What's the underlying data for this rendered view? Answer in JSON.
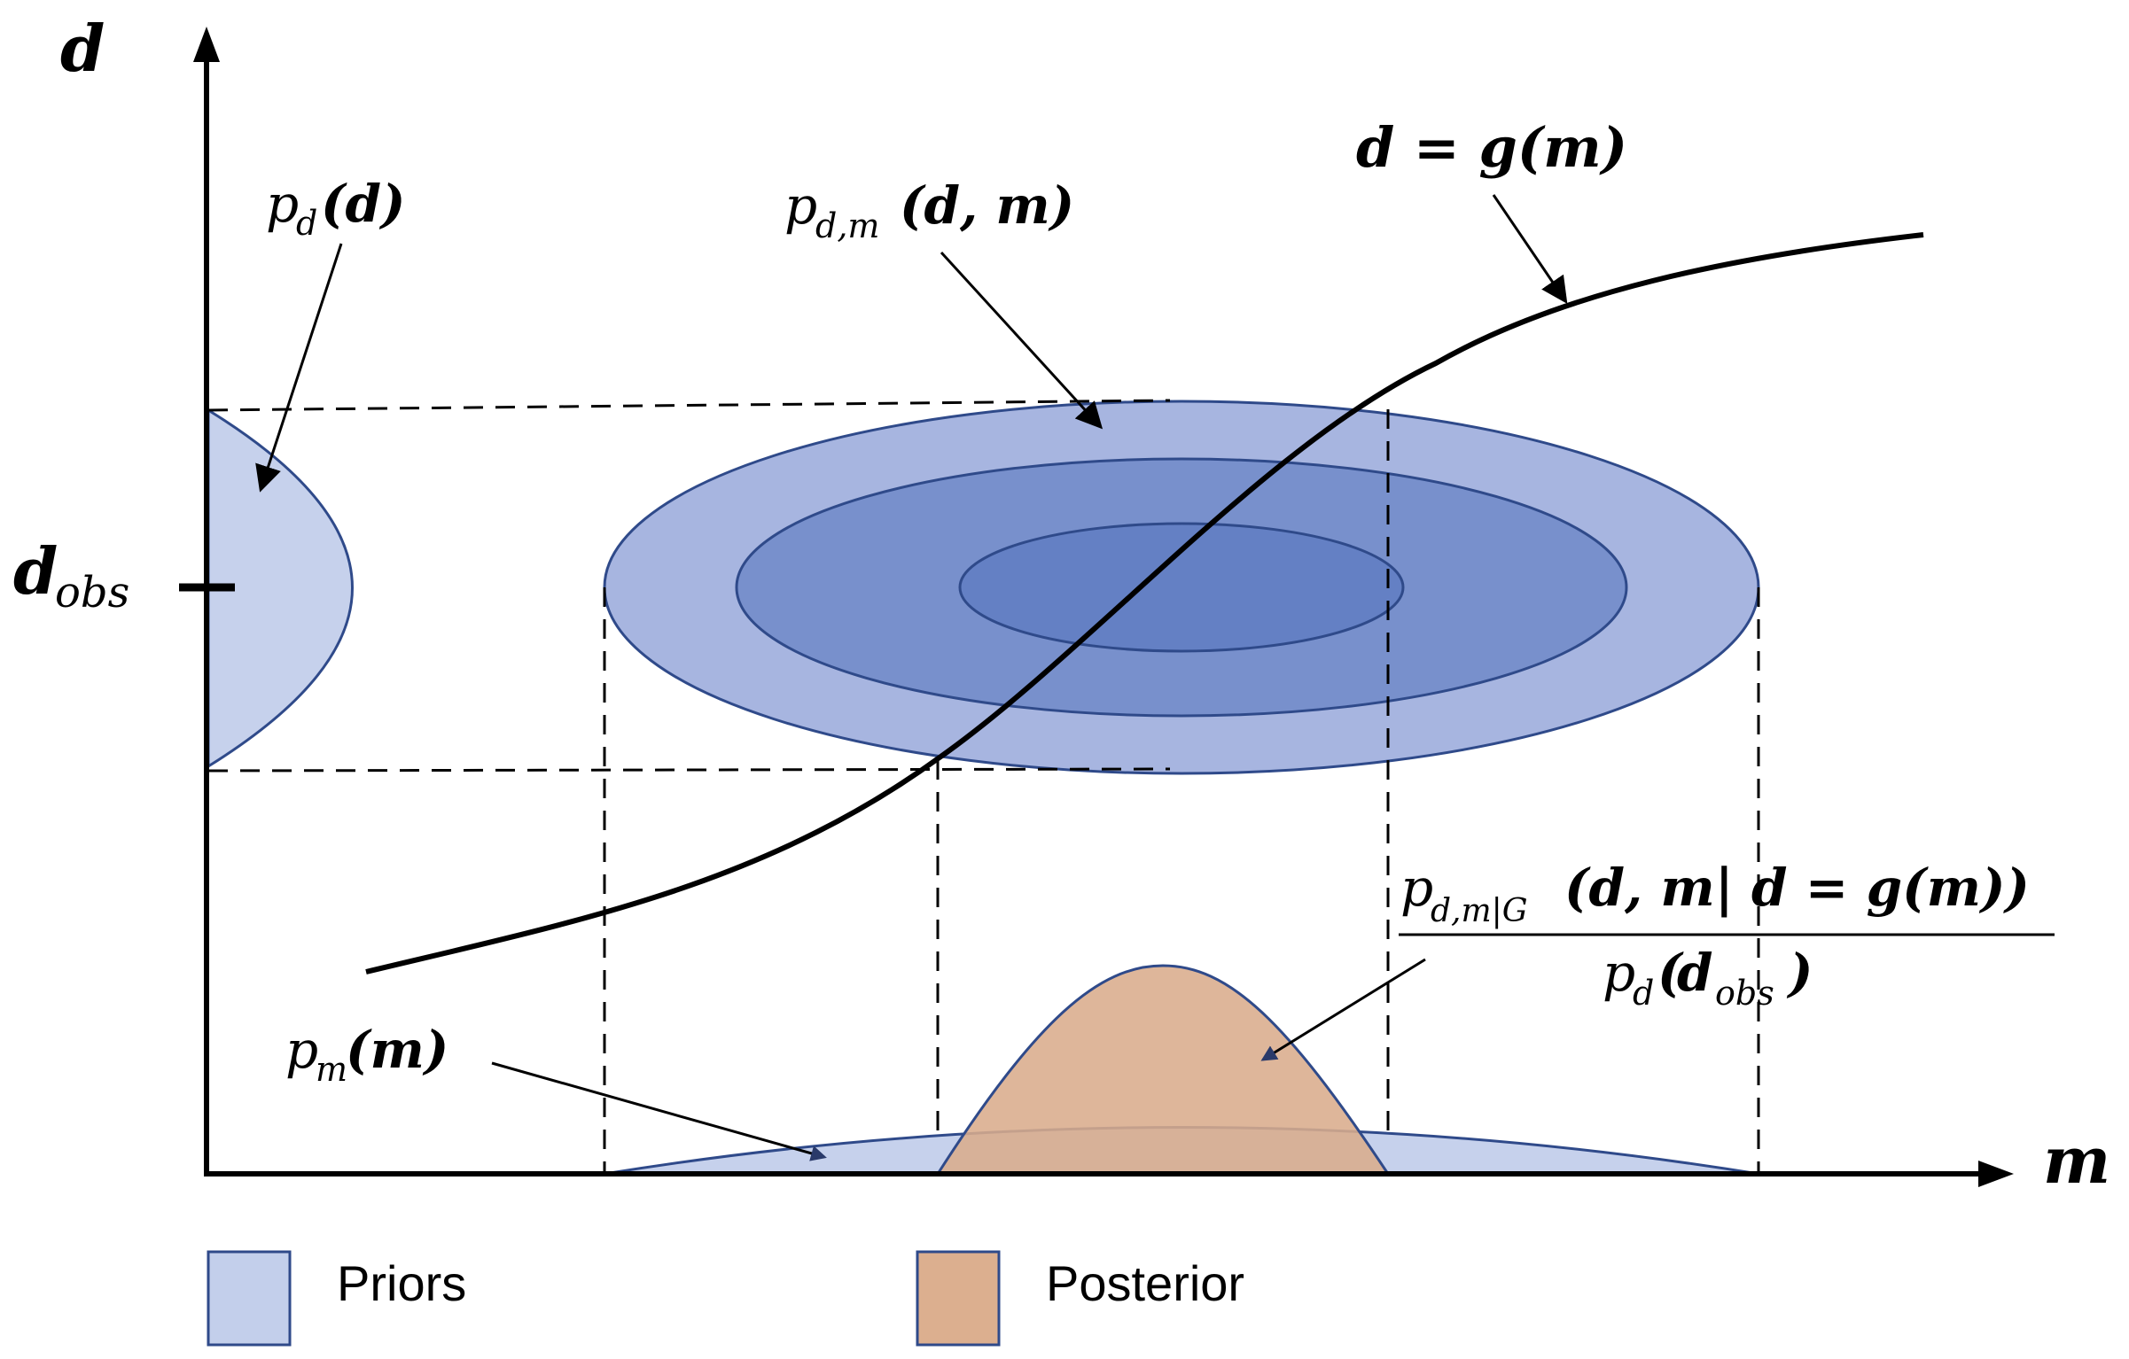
{
  "axes": {
    "y_label": "d",
    "x_label": "m",
    "y_tick_label": {
      "base": "d",
      "sub": "obs"
    }
  },
  "labels": {
    "pd": {
      "base": "p",
      "sub": "d",
      "args": "(d)"
    },
    "pdm": {
      "base": "p",
      "sub": "d,m",
      "args": "(d, m)"
    },
    "curve": "d = g(m)",
    "pm": {
      "base": "p",
      "sub": "m",
      "args": "(m)"
    },
    "posterior_numerator": {
      "base": "p",
      "sub": "d,m|G",
      "args": "(d, m| d = g(m))"
    },
    "posterior_denominator": {
      "base": "p",
      "sub": "d",
      "args_open": "(",
      "args_base": "d",
      "args_sub": "obs",
      "args_close": ")"
    }
  },
  "legend": [
    {
      "label": "Priors",
      "color": "#c3cfeb"
    },
    {
      "label": "Posterior",
      "color": "#dcaf8f"
    }
  ],
  "colors": {
    "prior_fill": "#c6d1ec",
    "ellipse_outer": "#a7b5e0",
    "ellipse_mid": "#7890cc",
    "ellipse_inner": "#6480c4",
    "posterior_fill": "#d9ac8c",
    "outline": "#2f4a8a"
  }
}
